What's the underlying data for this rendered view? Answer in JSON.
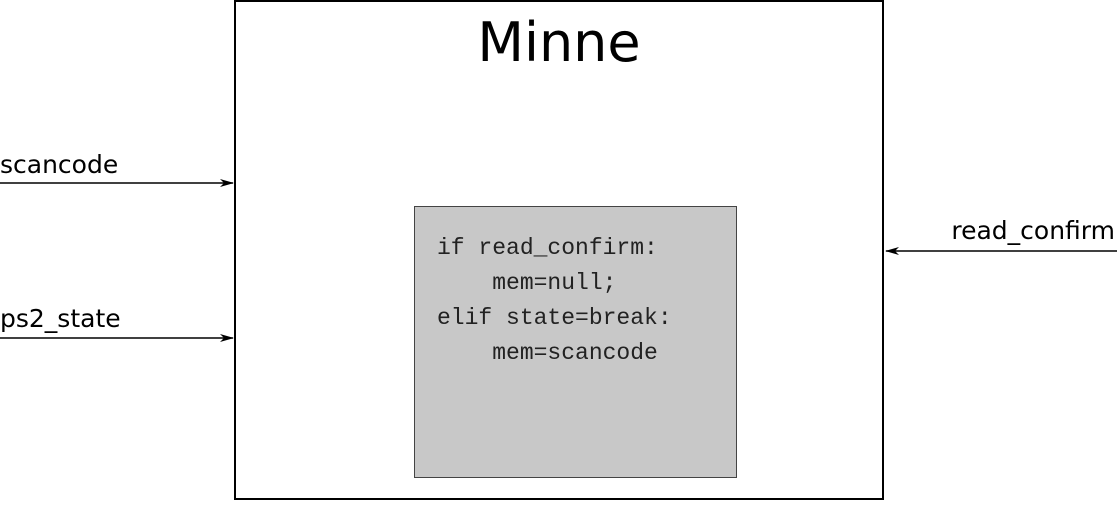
{
  "block": {
    "title": "Minne"
  },
  "logic": {
    "lines": [
      "if read_confirm:",
      "    mem=null;",
      "elif state=break:",
      "    mem=scancode"
    ]
  },
  "ports": {
    "inputs_left": [
      {
        "label": "scancode",
        "direction": "in"
      },
      {
        "label": "ps2_state",
        "direction": "in"
      }
    ],
    "inputs_right": [
      {
        "label": "read_confirm",
        "direction": "in"
      }
    ]
  },
  "colors": {
    "logic_fill": "#c8c8c8",
    "stroke": "#000000"
  }
}
